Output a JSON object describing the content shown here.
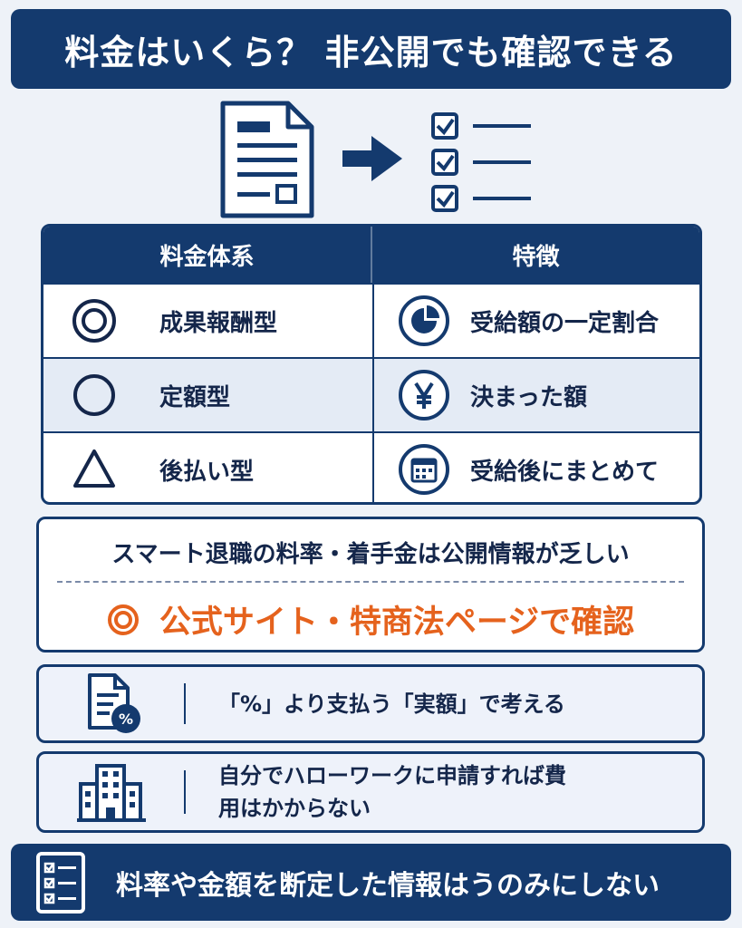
{
  "header": {
    "title": "料金はいくら？ 非公開でも確認できる"
  },
  "hero": {
    "document_icon": "document-icon",
    "arrow_icon": "arrow-right-icon",
    "checklist_icon": "checklist-icon"
  },
  "table": {
    "headers": [
      "料金体系",
      "特徴"
    ],
    "rows": [
      {
        "symbol": "double-circle-icon",
        "type": "成果報酬型",
        "feature_icon": "pie-chart-icon",
        "feature": "受給額の一定割合"
      },
      {
        "symbol": "circle-icon",
        "type": "定額型",
        "feature_icon": "yen-icon",
        "feature": "決まった額"
      },
      {
        "symbol": "triangle-icon",
        "type": "後払い型",
        "feature_icon": "calendar-icon",
        "feature": "受給後にまとめて"
      }
    ]
  },
  "info": {
    "line1": "スマート退職の料率・着手金は公開情報が乏しい",
    "line2": "公式サイト・特商法ページで確認",
    "line2_icon": "double-circle-icon"
  },
  "tips": [
    {
      "icon": "percent-document-icon",
      "text": "「%」より支払う「実額」で考える"
    },
    {
      "icon": "building-icon",
      "text": "自分でハローワークに申請すれば費用はかからない"
    }
  ],
  "footer": {
    "icon": "checklist-icon",
    "text": "料率や金額を断定した情報はうのみにしない"
  },
  "colors": {
    "navy": "#143a6e",
    "accent": "#e5621d",
    "background": "#eef2f8"
  }
}
